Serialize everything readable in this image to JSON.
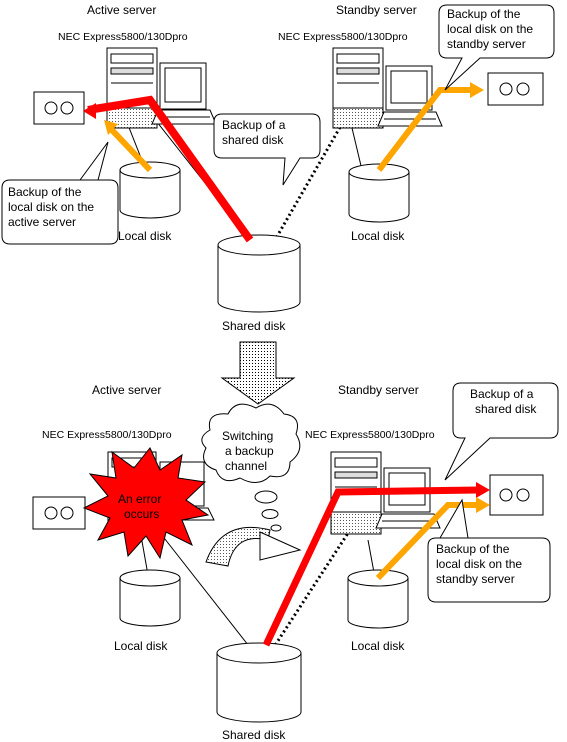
{
  "top": {
    "active_server_title": "Active server",
    "standby_server_title": "Standby server",
    "active_model": "NEC Express5800/130Dpro",
    "standby_model": "NEC Express5800/130Dpro",
    "callout_local_standby": [
      "Backup of the",
      "local disk on the",
      "standby server"
    ],
    "callout_shared": [
      "Backup   of   a",
      "shared disk"
    ],
    "callout_local_active": [
      "Backup    of    the",
      "local disk on the",
      "active server"
    ],
    "local_disk_left": "Local disk",
    "local_disk_right": "Local disk",
    "shared_disk": "Shared disk"
  },
  "bottom": {
    "active_server_title": "Active server",
    "standby_server_title": "Standby server",
    "active_model": "NEC Express5800/130Dpro",
    "standby_model": "NEC Express5800/130Dpro",
    "thought": [
      "Switching",
      "a backup",
      "channel"
    ],
    "callout_shared": [
      "Backup of a",
      "shared disk"
    ],
    "error": [
      "An error",
      "occurs"
    ],
    "callout_local_standby": [
      "Backup of the",
      "local disk on the",
      "standby server"
    ],
    "local_disk_left": "Local disk",
    "local_disk_right": "Local disk",
    "shared_disk": "Shared disk"
  },
  "colors": {
    "red_path": "#ff0000",
    "orange_path": "#ffa500",
    "error_burst": "#ff0000"
  },
  "icons": [
    "tape-drive-icon",
    "server-tower-icon",
    "monitor-icon",
    "disk-cylinder-icon",
    "down-arrow-icon",
    "curved-arrow-icon"
  ]
}
